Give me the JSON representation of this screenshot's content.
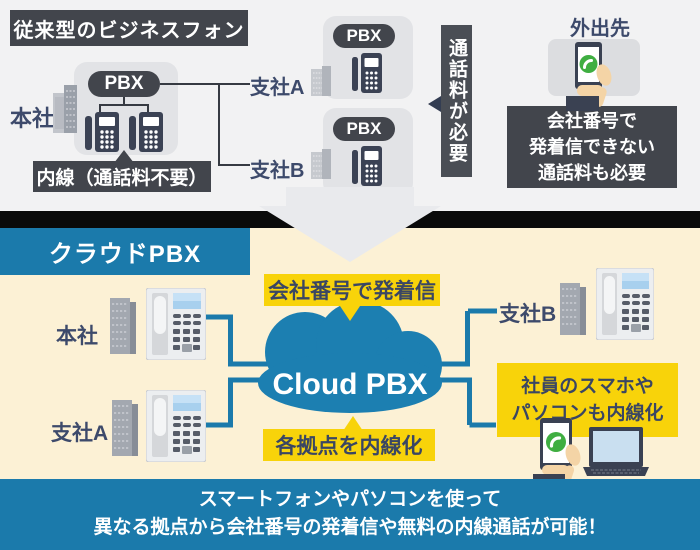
{
  "traditional": {
    "title": "従来型のビジネスフォン",
    "honsha_label": "本社",
    "pbx_label": "PBX",
    "naisen_label": "内線（通話料不要）",
    "shishaA_label": "支社A",
    "shishaB_label": "支社B",
    "callfee_vertical": "通話料が必要",
    "gaishutsu_label": "外出先",
    "info_lines": [
      "会社番号で",
      "発着信できない",
      "通話料も必要"
    ]
  },
  "cloud": {
    "header": "クラウドPBX",
    "cloud_label": "Cloud PBX",
    "honsha_label": "本社",
    "shishaA_label": "支社A",
    "shishaB_label": "支社B",
    "tag_top": "会社番号で発着信",
    "tag_bottom": "各拠点を内線化",
    "side_box_lines": [
      "社員のスマホや",
      "パソコンも内線化"
    ],
    "footer_lines": [
      "スマートフォンやパソコンを使って",
      "異なる拠点から会社番号の発着信や無料の内線通話が可能！"
    ]
  },
  "colors": {
    "accent_blue": "#1b7aab",
    "accent_yellow": "#f8d30a",
    "dark_box": "#42454c",
    "navy_text": "#3d4a6b",
    "cream_bg": "#fcf1d5",
    "top_bg": "#f2f2f3",
    "call_green": "#3fae41"
  }
}
